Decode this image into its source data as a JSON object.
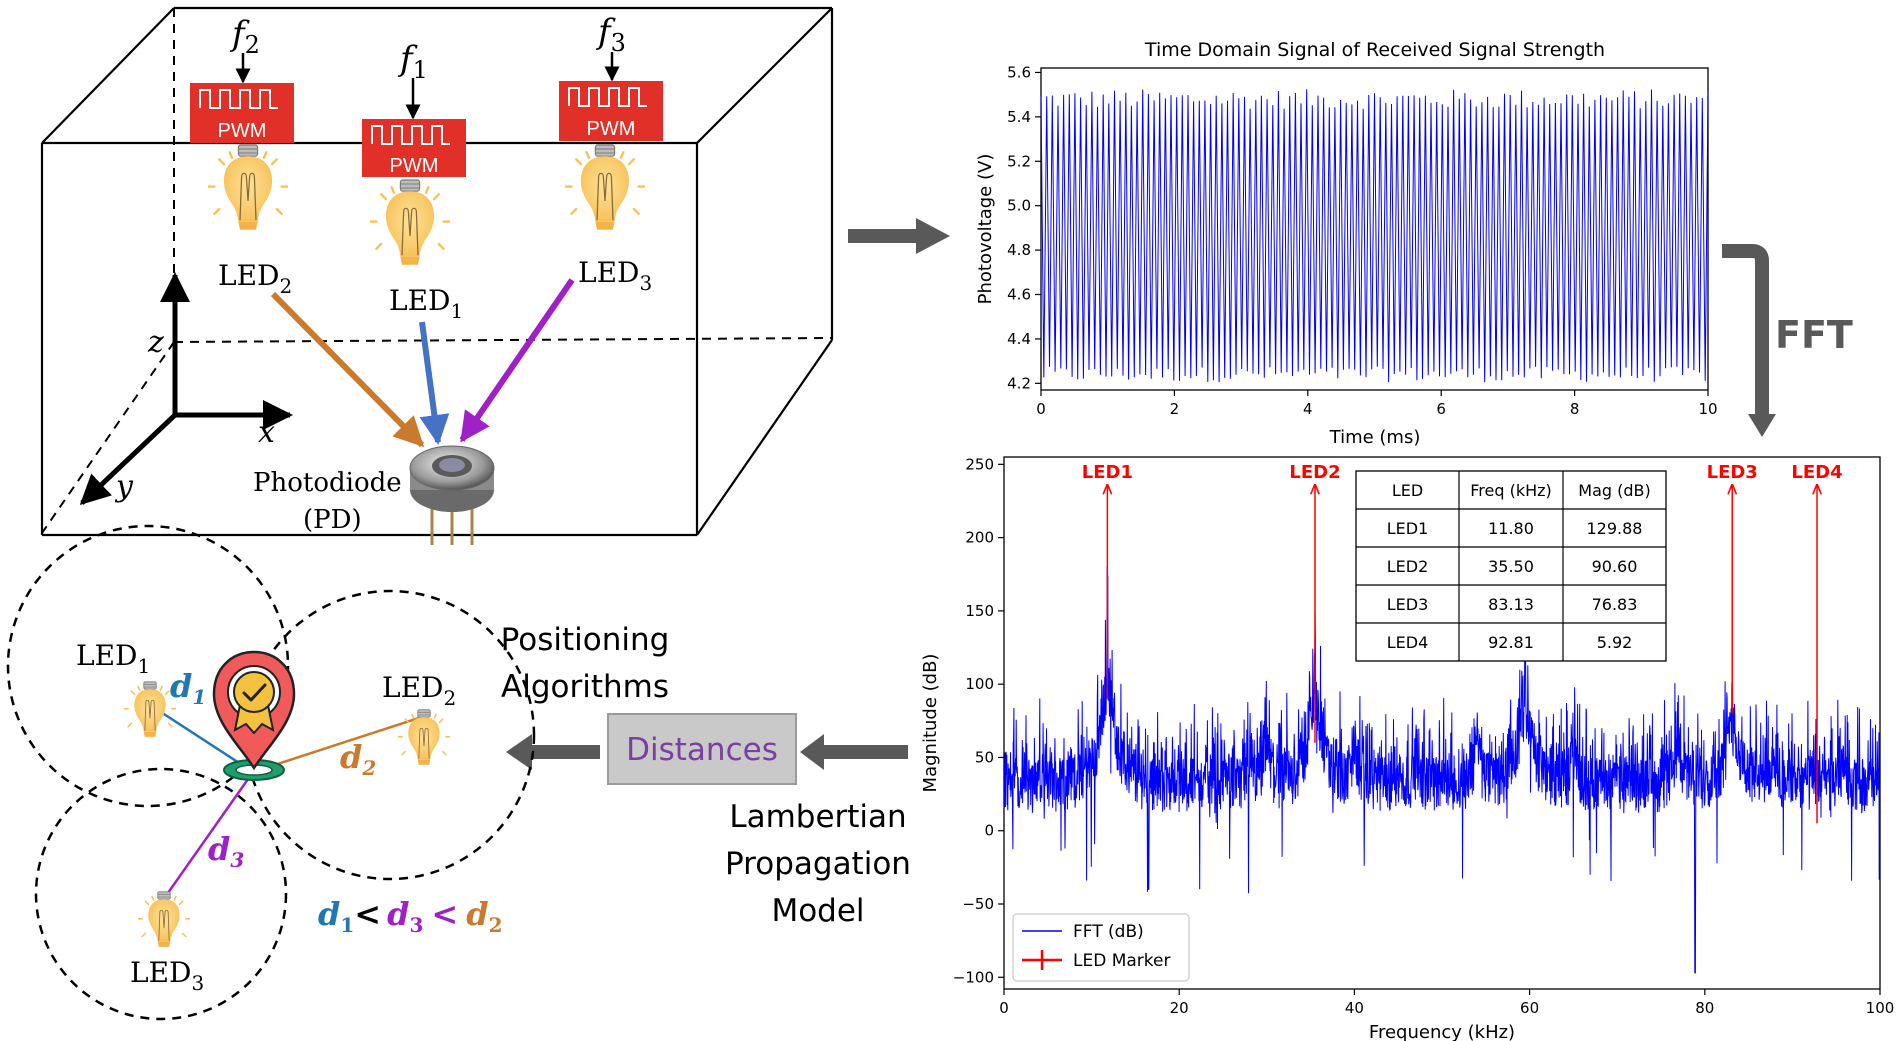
{
  "scene": {
    "pwm_label": "PWM",
    "freq_symbol": "f",
    "freq_subs": [
      "2",
      "1",
      "3"
    ],
    "led_base": "LED",
    "led_subs": [
      "2",
      "1",
      "3"
    ],
    "axis_x": "x",
    "axis_y": "y",
    "axis_z": "z",
    "photodiode_line1": "Photodiode",
    "photodiode_line2": "(PD)"
  },
  "pipeline": {
    "fft_label": "FFT",
    "positioning_line1": "Positioning",
    "positioning_line2": "Algorithms",
    "distances_label": "Distances",
    "lambertian_line1": "Lambertian",
    "lambertian_line2": "Propagation",
    "lambertian_line3": "Model"
  },
  "position": {
    "led_base": "LED",
    "led_subs": [
      "1",
      "2",
      "3"
    ],
    "d_symbol": "d",
    "d_subs": [
      "1",
      "2",
      "3"
    ],
    "relation_sign": "<",
    "colors": {
      "d1": "#1f77b4",
      "d2": "#c97a2c",
      "d3": "#a020c8"
    }
  },
  "chart_data": [
    {
      "type": "line",
      "title": "Time Domain Signal of Received Signal Strength",
      "xlabel": "Time (ms)",
      "ylabel": "Photovoltage (V)",
      "xlim": [
        0,
        10
      ],
      "ylim": [
        4.17,
        5.62
      ],
      "xticks": [
        "0",
        "2",
        "4",
        "6",
        "8",
        "10"
      ],
      "yticks": [
        "4.2",
        "4.4",
        "4.6",
        "4.8",
        "5.0",
        "5.2",
        "5.4",
        "5.6"
      ],
      "series": [
        {
          "description_low": 4.24,
          "high": 5.48,
          "cycles": 118
        }
      ]
    },
    {
      "type": "line",
      "xlabel": "Frequency (kHz)",
      "ylabel": "Magnitude (dB)",
      "xlim": [
        0,
        100
      ],
      "ylim": [
        -108,
        255
      ],
      "xticks": [
        "0",
        "20",
        "40",
        "60",
        "80",
        "100"
      ],
      "yticks": [
        "250",
        "200",
        "150",
        "100",
        "50",
        "0",
        "−50",
        "−100"
      ],
      "series": [
        {
          "name": "FFT (dB)",
          "color": "#0000ff",
          "peaks": [
            {
              "x": 11.8,
              "y": 160
            },
            {
              "x": 35.5,
              "y": 140
            },
            {
              "x": 59.5,
              "y": 128
            },
            {
              "x": 83.13,
              "y": 108
            }
          ]
        },
        {
          "name": "LED Marker",
          "color": "#ff0000"
        }
      ],
      "markers": [
        {
          "label": "LED1",
          "x": 11.8
        },
        {
          "label": "LED2",
          "x": 35.5
        },
        {
          "label": "LED3",
          "x": 83.13
        },
        {
          "label": "LED4",
          "x": 92.81
        }
      ],
      "table": {
        "headers": [
          "LED",
          "Freq (kHz)",
          "Mag (dB)"
        ],
        "rows": [
          [
            "LED1",
            "11.80",
            "129.88"
          ],
          [
            "LED2",
            "35.50",
            "90.60"
          ],
          [
            "LED3",
            "83.13",
            "76.83"
          ],
          [
            "LED4",
            "92.81",
            "5.92"
          ]
        ]
      }
    }
  ]
}
